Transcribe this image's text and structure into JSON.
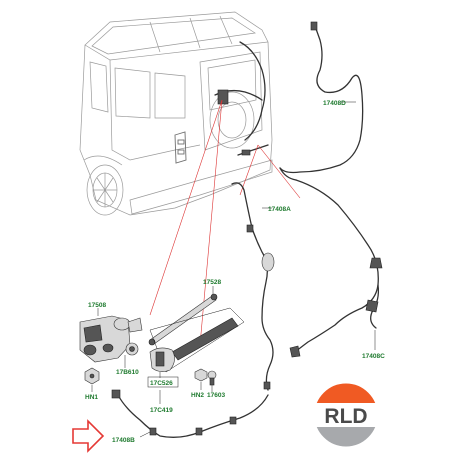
{
  "labels": {
    "hose_top": "17408D",
    "hose_mid": "17408A",
    "hose_right": "17408C",
    "hose_bottom": "17408B",
    "wiper_motor": "17508",
    "wiper_arm": "17528",
    "grommet": "17B610",
    "hex_nut": "HN1",
    "hex_nut_2": "HN2",
    "boxed_part": "17C526",
    "group": "17C419",
    "clip": "17603"
  },
  "logo": {
    "text": "RLD",
    "colors": {
      "top": "#f05a23",
      "bottom": "#a7a9ac"
    }
  },
  "colors": {
    "label": "#1e7a2e",
    "arrow": "#e53935",
    "callout_lines": "#dd3333"
  }
}
